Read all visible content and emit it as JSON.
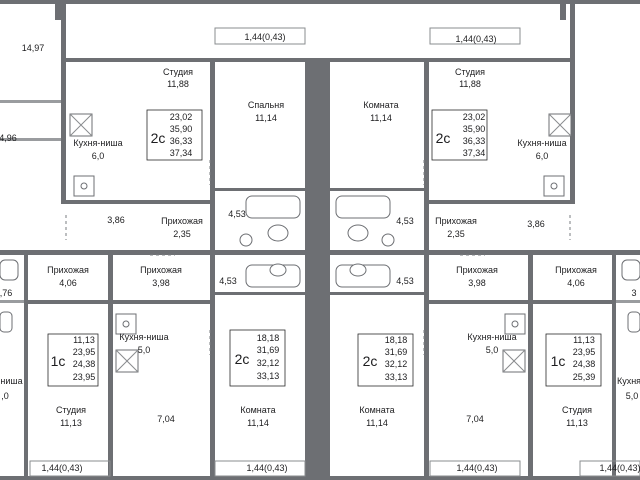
{
  "plan": {
    "balconies_top": [
      {
        "label": "1,44(0,43)"
      },
      {
        "label": "1,44(0,43)"
      }
    ],
    "balconies_bottom": [
      {
        "label": "1,44(0,43)"
      },
      {
        "label": "1,44(0,43)"
      },
      {
        "label": "1,44(0,43)"
      },
      {
        "label": "1,44(0,43)"
      }
    ],
    "edge_rooms": [
      {
        "area": "14,97"
      },
      {
        "area": "4,96"
      },
      {
        "area": ",76"
      },
      {
        "area": "-ниша"
      },
      {
        "area": ",0"
      },
      {
        "area": "3"
      },
      {
        "area": "Кухня"
      },
      {
        "area": "5,0"
      }
    ],
    "rooms": [
      {
        "name": "Студия",
        "area": "11,88"
      },
      {
        "name": "Кухня-ниша",
        "area": "6,0"
      },
      {
        "name": "",
        "area": "3,86"
      },
      {
        "name": "Прихожая",
        "area": "2,35"
      },
      {
        "name": "Спальня",
        "area": "11,14"
      },
      {
        "name": "",
        "area": "4,53"
      },
      {
        "name": "",
        "area": "4,53"
      },
      {
        "name": "Комната",
        "area": "11,14"
      },
      {
        "name": "",
        "area": "4,53"
      },
      {
        "name": "",
        "area": "4,53"
      },
      {
        "name": "Студия",
        "area": "11,88"
      },
      {
        "name": "Кухня-ниша",
        "area": "6,0"
      },
      {
        "name": "Прихожая",
        "area": "2,35"
      },
      {
        "name": "",
        "area": "3,86"
      },
      {
        "name": "Прихожая",
        "area": "4,06"
      },
      {
        "name": "Прихожая",
        "area": "3,98"
      },
      {
        "name": "Кухня-ниша",
        "area": "5,0"
      },
      {
        "name": "",
        "area": "7,04"
      },
      {
        "name": "Студия",
        "area": "11,13"
      },
      {
        "name": "Комната",
        "area": "11,14"
      },
      {
        "name": "Комната",
        "area": "11,14"
      },
      {
        "name": "Прихожая",
        "area": "3,98"
      },
      {
        "name": "Кухня-ниша",
        "area": "5,0"
      },
      {
        "name": "",
        "area": "7,04"
      },
      {
        "name": "Прихожая",
        "area": "4,06"
      },
      {
        "name": "Студия",
        "area": "11,13"
      }
    ],
    "apartments": [
      {
        "type": "2с",
        "areas": [
          "23,02",
          "35,90",
          "36,33",
          "37,34"
        ]
      },
      {
        "type": "2с",
        "areas": [
          "23,02",
          "35,90",
          "36,33",
          "37,34"
        ]
      },
      {
        "type": "1с",
        "areas": [
          "11,13",
          "23,95",
          "24,38",
          "23,95"
        ]
      },
      {
        "type": "2с",
        "areas": [
          "18,18",
          "31,69",
          "32,12",
          "33,13"
        ]
      },
      {
        "type": "2с",
        "areas": [
          "18,18",
          "31,69",
          "32,12",
          "33,13"
        ]
      },
      {
        "type": "1с",
        "areas": [
          "11,13",
          "23,95",
          "24,38",
          "25,39"
        ]
      }
    ]
  }
}
